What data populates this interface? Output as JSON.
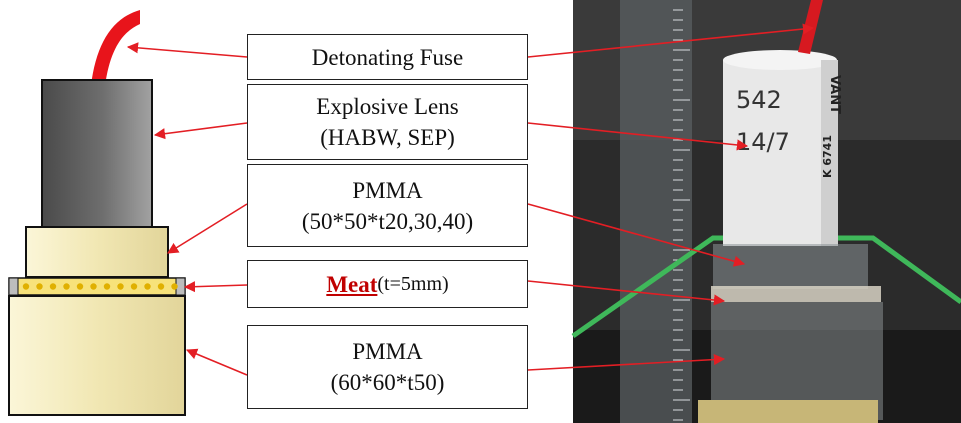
{
  "colors": {
    "arrow": "#e31e24",
    "fuse": "#e8141b",
    "lens_dark": "#4a4a4a",
    "lens_light": "#9a9a9a",
    "pmma": "#f3eab4",
    "meat_band": "#f7e27a",
    "meat_dots": "#e0b000",
    "green_tape": "#3fb85a",
    "meat_highlight": "#c00000"
  },
  "labels": {
    "fuse": "Detonating Fuse",
    "lens_line1": "Explosive Lens",
    "lens_line2": "(HABW, SEP)",
    "pmma_top_line1": "PMMA",
    "pmma_top_line2": "(50*50*t20,30,40)",
    "meat_word": "Meat",
    "meat_thickness": "(t=5mm)",
    "pmma_bottom_line1": "PMMA",
    "pmma_bottom_line2": "(60*60*t50)"
  },
  "photo": {
    "handwriting_line1": "542",
    "handwriting_line2": "14/7",
    "brand": "VANT",
    "code": "K 6741"
  }
}
